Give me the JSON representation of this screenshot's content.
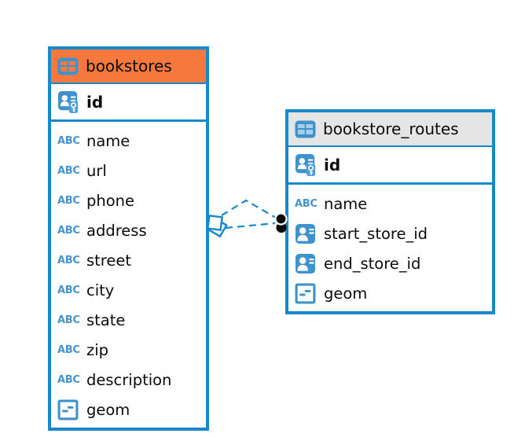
{
  "diagram": {
    "type": "entity-relationship",
    "colors": {
      "accent_blue": "#1789CA",
      "icon_blue": "#3E93CC",
      "selected_header_orange": "#F5783C",
      "header_gray": "#E5E5E5",
      "relationship_line_blue": "#1789CA",
      "relationship_dot_black": "#0b0b0b"
    },
    "icons": {
      "table": "table-grid-icon",
      "primary_key": "person-with-key-icon",
      "reference": "person-icon",
      "text_type": "abc-icon",
      "geometry_type": "square-dashes-icon"
    },
    "tables": [
      {
        "name": "bookstores",
        "selected": true,
        "primary_key": {
          "name": "id",
          "type": "pk"
        },
        "columns": [
          {
            "name": "name",
            "type": "text"
          },
          {
            "name": "url",
            "type": "text"
          },
          {
            "name": "phone",
            "type": "text"
          },
          {
            "name": "address",
            "type": "text"
          },
          {
            "name": "street",
            "type": "text"
          },
          {
            "name": "city",
            "type": "text"
          },
          {
            "name": "state",
            "type": "text"
          },
          {
            "name": "zip",
            "type": "text"
          },
          {
            "name": "description",
            "type": "text"
          },
          {
            "name": "geom",
            "type": "geometry"
          }
        ]
      },
      {
        "name": "bookstore_routes",
        "selected": false,
        "primary_key": {
          "name": "id",
          "type": "pk"
        },
        "columns": [
          {
            "name": "name",
            "type": "text"
          },
          {
            "name": "start_store_id",
            "type": "reference"
          },
          {
            "name": "end_store_id",
            "type": "reference"
          },
          {
            "name": "geom",
            "type": "geometry"
          }
        ]
      }
    ],
    "relationships": [
      {
        "from_table": "bookstores",
        "to_table": "bookstore_routes",
        "line_style": "dashed",
        "source_marker": "double-square",
        "target_marker": "filled-dot"
      },
      {
        "from_table": "bookstores",
        "to_table": "bookstore_routes",
        "line_style": "dashed",
        "source_marker": "double-square",
        "target_marker": "filled-dot"
      }
    ]
  }
}
